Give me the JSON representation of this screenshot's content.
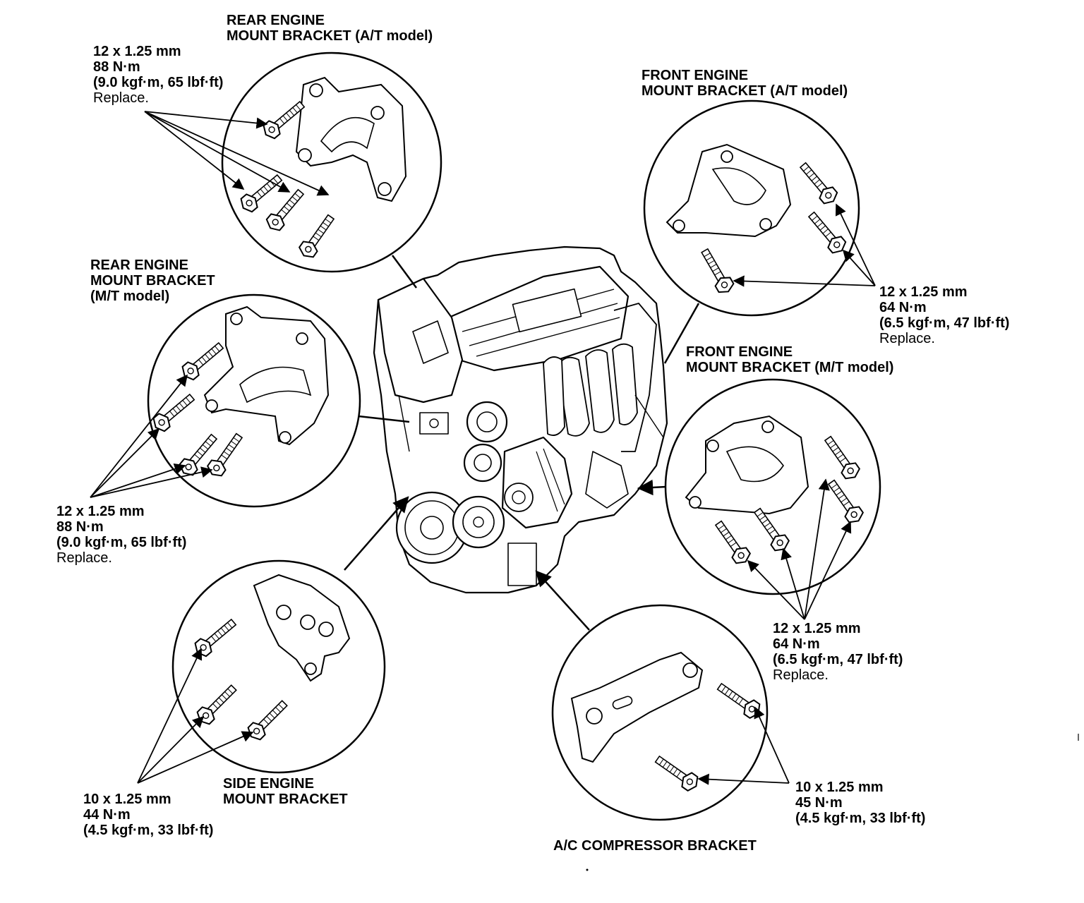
{
  "callouts": {
    "rear_at": {
      "title_line1": "REAR ENGINE",
      "title_line2": "MOUNT BRACKET (A/T model)",
      "bolt_size": "12 x 1.25 mm",
      "torque_nm": "88 N·m",
      "torque_alt": "(9.0 kgf·m, 65 lbf·ft)",
      "note": "Replace."
    },
    "front_at": {
      "title_line1": "FRONT ENGINE",
      "title_line2": "MOUNT BRACKET (A/T model)",
      "bolt_size": "12 x 1.25 mm",
      "torque_nm": "64 N·m",
      "torque_alt": "(6.5 kgf·m, 47 lbf·ft)",
      "note": "Replace."
    },
    "rear_mt": {
      "title_line1": "REAR ENGINE",
      "title_line2": "MOUNT BRACKET",
      "title_line3": "(M/T model)",
      "bolt_size": "12 x 1.25 mm",
      "torque_nm": "88 N·m",
      "torque_alt": "(9.0 kgf·m, 65 lbf·ft)",
      "note": "Replace."
    },
    "front_mt": {
      "title_line1": "FRONT ENGINE",
      "title_line2": "MOUNT BRACKET (M/T model)",
      "bolt_size": "12 x 1.25 mm",
      "torque_nm": "64 N·m",
      "torque_alt": "(6.5 kgf·m, 47 lbf·ft)",
      "note": "Replace."
    },
    "side": {
      "title_line1": "SIDE ENGINE",
      "title_line2": "MOUNT BRACKET",
      "bolt_size": "10 x 1.25 mm",
      "torque_nm": "44 N·m",
      "torque_alt": "(4.5 kgf·m, 33 lbf·ft)"
    },
    "ac": {
      "title": "A/C COMPRESSOR BRACKET",
      "bolt_size": "10 x 1.25 mm",
      "torque_nm": "45 N·m",
      "torque_alt": "(4.5 kgf·m, 33 lbf·ft)"
    }
  },
  "colors": {
    "ink": "#000000",
    "paper": "#ffffff"
  }
}
